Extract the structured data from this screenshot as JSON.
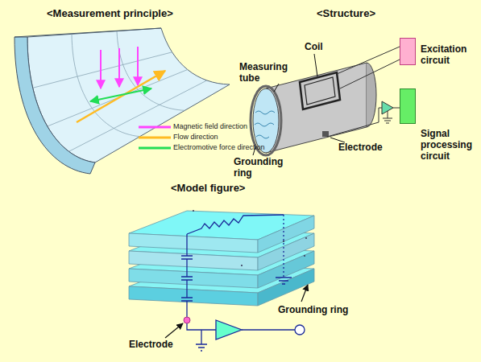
{
  "diagram": {
    "nodes": [
      {
        "text": [
          "Excitation circuit"
        ]
      },
      {
        "text": [
          "Signal processing circuit"
        ]
      }
    ],
    "labels": [
      "<Measurement principle>",
      "<Structure>",
      "Coil",
      "Measuring tube",
      "Grounding ring",
      "Electrode",
      "<Model figure>",
      "Grounding ring",
      "Electrode"
    ],
    "legend": [
      {
        "text": "Magnetic field direction"
      },
      {
        "text": "Flow direction"
      },
      {
        "text": "Electromotive force direction"
      }
    ]
  }
}
